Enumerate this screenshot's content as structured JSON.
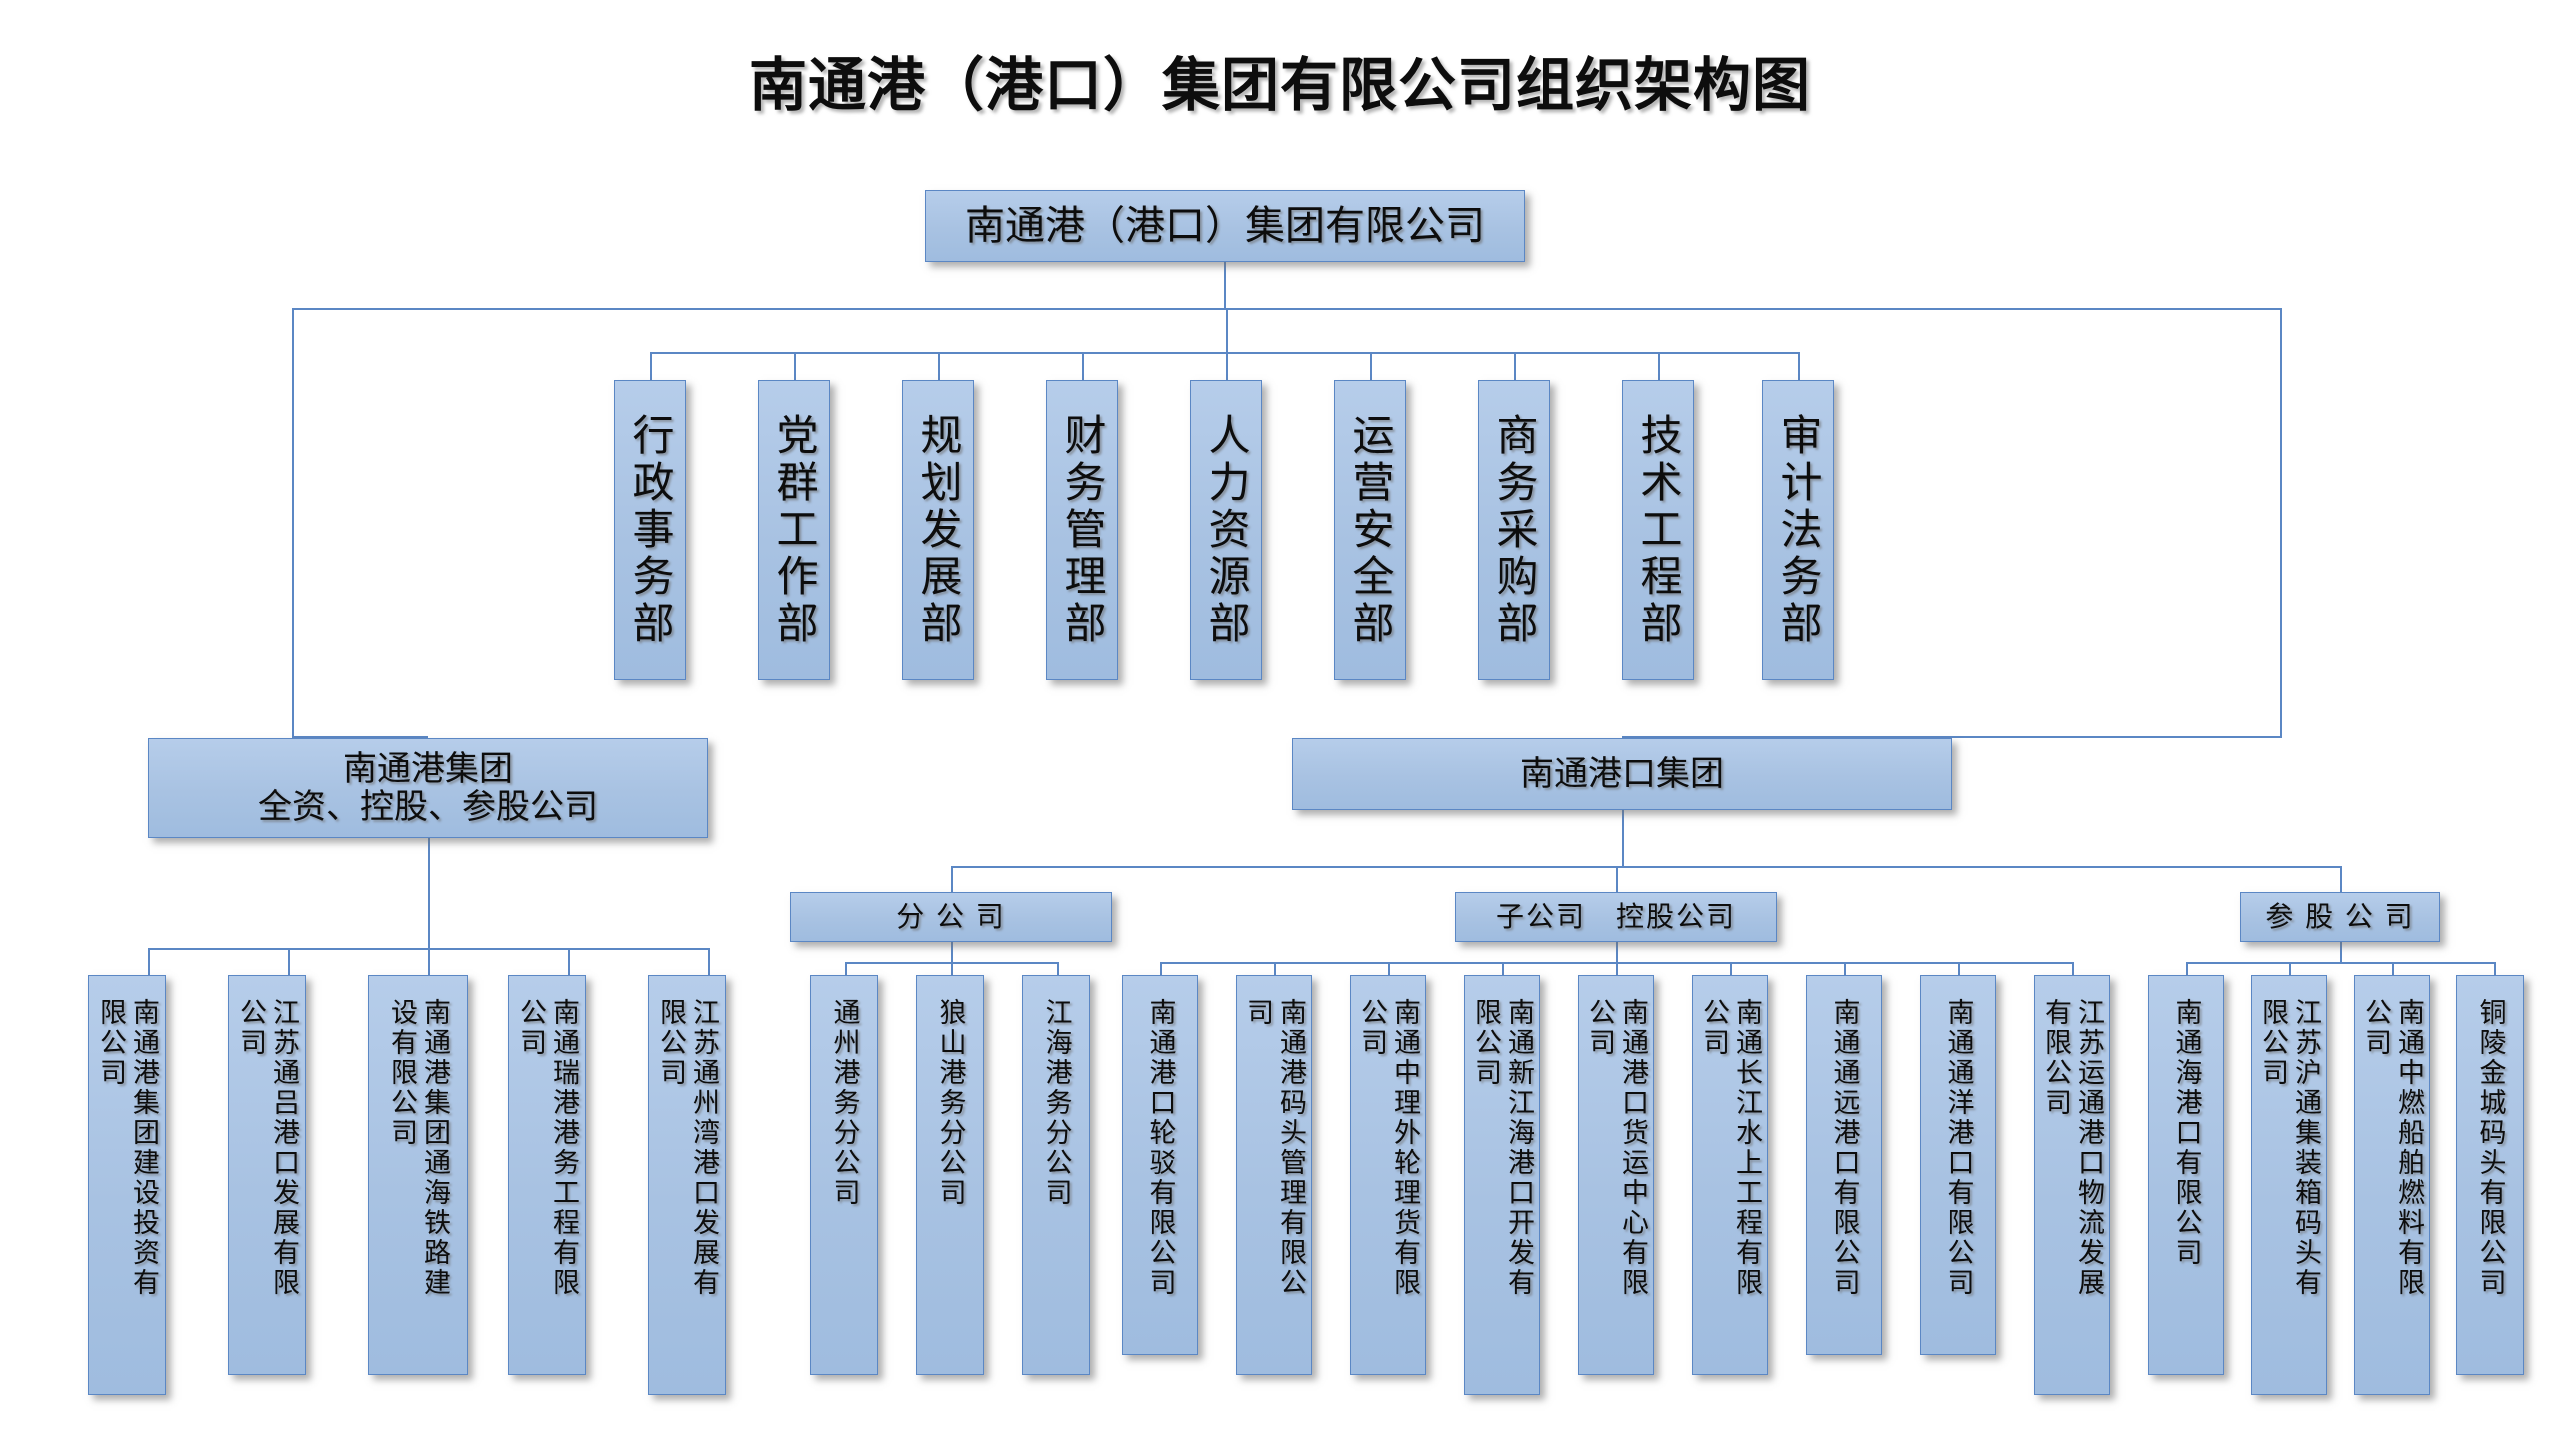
{
  "title": "南通港（港口）集团有限公司组织架构图",
  "root": {
    "label": "南通港（港口）集团有限公司"
  },
  "departments": [
    {
      "label": "行政事务部"
    },
    {
      "label": "党群工作部"
    },
    {
      "label": "规划发展部"
    },
    {
      "label": "财务管理部"
    },
    {
      "label": "人力资源部"
    },
    {
      "label": "运营安全部"
    },
    {
      "label": "商务采购部"
    },
    {
      "label": "技术工程部"
    },
    {
      "label": "审计法务部"
    }
  ],
  "groups": {
    "left": {
      "line1": "南通港集团",
      "line2": "全资、控股、参股公司"
    },
    "right": {
      "label": "南通港口集团"
    }
  },
  "categories": {
    "branch": "分 公 司",
    "subsidiary": "子公司　控股公司",
    "equity": "参 股 公 司"
  },
  "left_companies": [
    {
      "label": "南通港集团建设投资有限公司"
    },
    {
      "label": "江苏通吕港口发展有限公司"
    },
    {
      "label": "南通港集团通海铁路建设有限公司"
    },
    {
      "label": "南通瑞港港务工程有限公司"
    },
    {
      "label": "江苏通州湾港口发展有限公司"
    }
  ],
  "branch_companies": [
    {
      "label": "通州港务分公司"
    },
    {
      "label": "狼山港务分公司"
    },
    {
      "label": "江海港务分公司"
    }
  ],
  "subsidiary_companies": [
    {
      "label": "南通港口轮驳有限公司"
    },
    {
      "label": "南通港码头管理有限公司"
    },
    {
      "label": "南通中理外轮理货有限公司"
    },
    {
      "label": "南通新江海港口开发有限公司"
    },
    {
      "label": "南通港口货运中心有限公司"
    },
    {
      "label": "南通长江水上工程有限公司"
    },
    {
      "label": "南通通远港口有限公司"
    },
    {
      "label": "南通通洋港口有限公司"
    },
    {
      "label": "江苏运通港口物流发展有限公司"
    }
  ],
  "equity_companies": [
    {
      "label": "南通海港口有限公司"
    },
    {
      "label": "江苏沪通集装箱码头有限公司"
    },
    {
      "label": "南通中燃船舶燃料有限公司"
    },
    {
      "label": "铜陵金城码头有限公司"
    }
  ],
  "colors": {
    "box_fill": "#a8c2e2",
    "box_border": "#5b87c4",
    "text": "#0d0d0d",
    "background": "#ffffff"
  }
}
